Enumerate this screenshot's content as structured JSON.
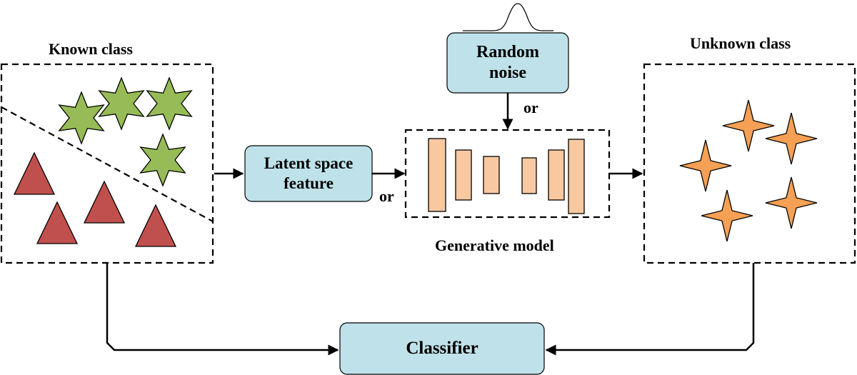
{
  "labels": {
    "known_class": "Known class",
    "unknown_class": "Unknown class",
    "generative_model": "Generative model",
    "or_top": "or",
    "or_bottom": "or"
  },
  "boxes": {
    "random_noise": [
      "Random",
      "noise"
    ],
    "latent_space": [
      "Latent space",
      "feature"
    ],
    "classifier": "Classifier"
  },
  "colors": {
    "box_fill": "#bfe2ea",
    "star_green": "#97bb57",
    "triangle_red": "#c0504d",
    "bar_fill": "#f8c8a1",
    "sparkle_orange": "#f5a054",
    "stroke": "#000000"
  },
  "known_shapes": {
    "stars": 4,
    "triangles": 4,
    "star_points": 6
  },
  "unknown_shapes": {
    "sparkles": 5,
    "sparkle_points": 4
  },
  "generative_model_bars": 6
}
